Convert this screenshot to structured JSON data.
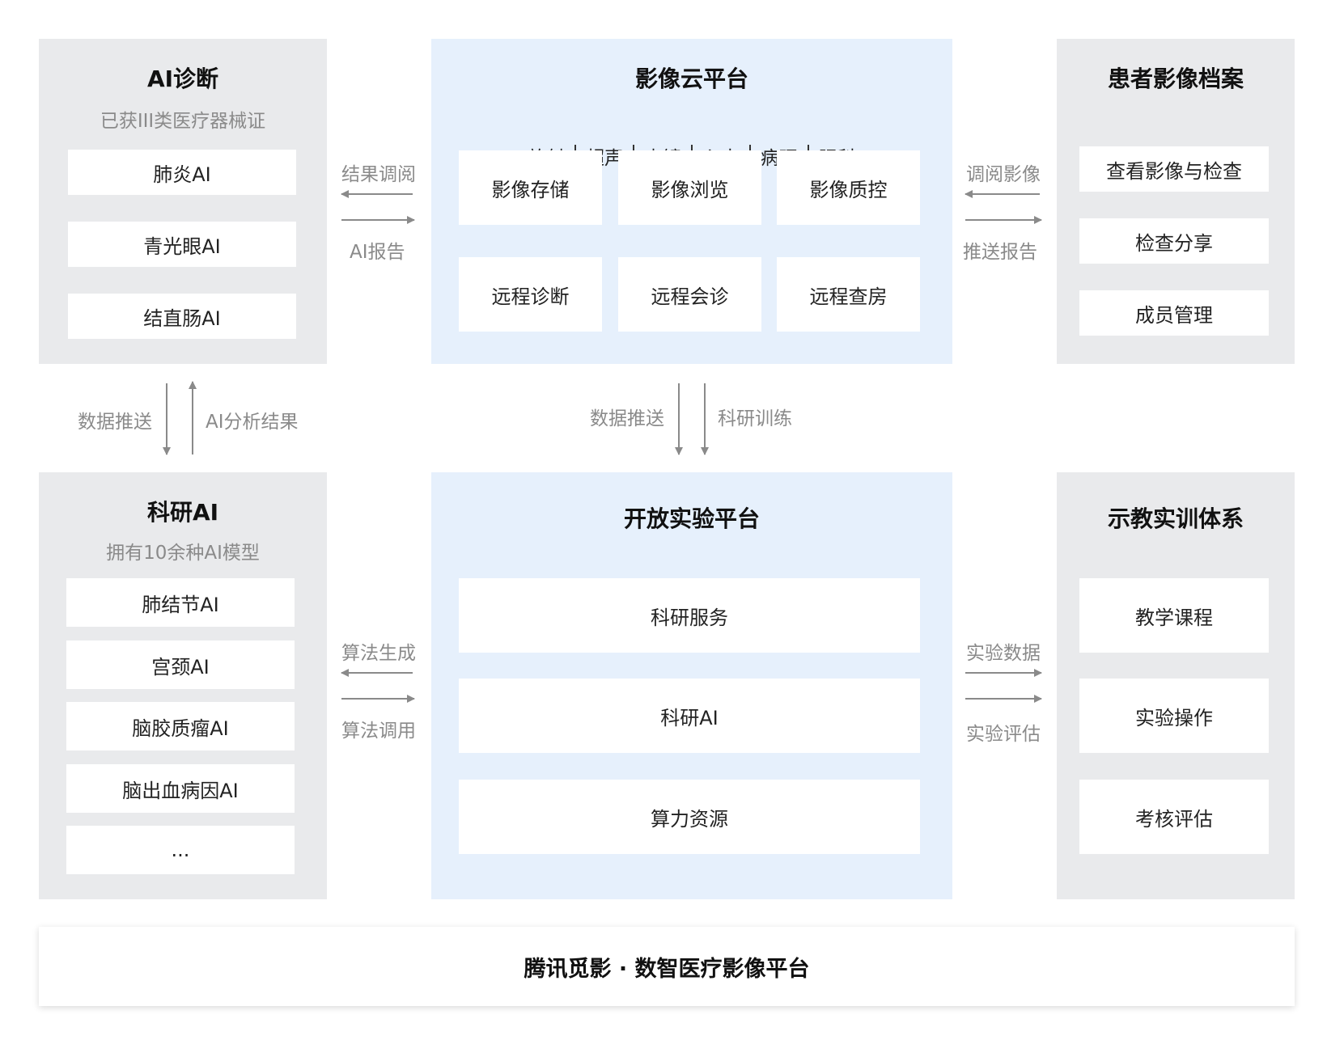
{
  "ai_diagnosis": {
    "title": "AI诊断",
    "subtitle": "已获III类医疗器械证",
    "items": [
      "肺炎AI",
      "青光眼AI",
      "结直肠AI"
    ]
  },
  "imaging_cloud": {
    "title": "影像云平台",
    "categories": [
      "放射",
      "超声",
      "内镜",
      "心电",
      "病理",
      "眼科"
    ],
    "services": [
      "影像存储",
      "影像浏览",
      "影像质控",
      "远程诊断",
      "远程会诊",
      "远程查房"
    ]
  },
  "patient_archive": {
    "title": "患者影像档案",
    "items": [
      "查看影像与检查",
      "检查分享",
      "成员管理"
    ]
  },
  "research_ai": {
    "title": "科研AI",
    "subtitle": "拥有10余种AI模型",
    "items": [
      "肺结节AI",
      "宫颈AI",
      "脑胶质瘤AI",
      "脑出血病因AI",
      "..."
    ]
  },
  "open_lab": {
    "title": "开放实验平台",
    "items": [
      "科研服务",
      "科研AI",
      "算力资源"
    ]
  },
  "teaching": {
    "title": "示教实训体系",
    "items": [
      "教学课程",
      "实验操作",
      "考核评估"
    ]
  },
  "connectors": {
    "diag_cloud_top": "结果调阅",
    "diag_cloud_bottom": "AI报告",
    "cloud_archive_top": "调阅影像",
    "cloud_archive_bottom": "推送报告",
    "diag_research_left": "数据推送",
    "diag_research_right": "AI分析结果",
    "cloud_lab_left": "数据推送",
    "cloud_lab_right": "科研训练",
    "research_lab_top": "算法生成",
    "research_lab_bottom": "算法调用",
    "lab_teaching_top": "实验数据",
    "lab_teaching_bottom": "实验评估"
  },
  "footer": {
    "title": "腾讯觅影 · 数智医疗影像平台"
  },
  "colors": {
    "gray_panel": "#e9eaec",
    "blue_panel": "#e6f0fc",
    "arrow": "#8a8a8a"
  }
}
